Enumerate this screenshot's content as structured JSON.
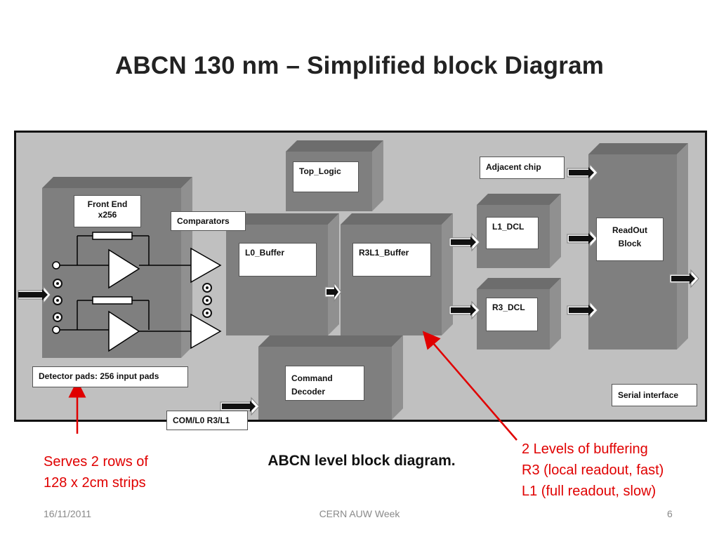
{
  "slide": {
    "title": "ABCN 130 nm – Simplified block Diagram",
    "caption": "ABCN level block diagram.",
    "footer": {
      "date": "16/11/2011",
      "event": "CERN AUW Week",
      "page": "6"
    }
  },
  "blocks": {
    "top_logic": "Top_Logic",
    "front_end": [
      "Front End",
      "x256"
    ],
    "comparators": "Comparators",
    "l0_buffer": "L0_Buffer",
    "r3l1_buffer": "R3L1_Buffer",
    "l1_dcl": "L1_DCL",
    "r3_dcl": "R3_DCL",
    "adjacent_chip": "Adjacent chip",
    "readout_block": [
      "ReadOut",
      "Block"
    ],
    "serial_interface": "Serial interface",
    "command_decoder": [
      "Command",
      "Decoder"
    ],
    "detector_pads": "Detector pads: 256 input pads",
    "com_l0": "COM/L0 R3/L1"
  },
  "notes": {
    "strips": [
      "Serves 2 rows of",
      "128 x 2cm strips"
    ],
    "buffering": [
      "2 Levels of buffering",
      "R3 (local readout, fast)",
      "L1 (full readout, slow)"
    ]
  },
  "colors": {
    "block_front": "#7f7f7f",
    "block_top": "#6d6d6d",
    "block_side": "#8f8f8f",
    "background": "#c0c0c0",
    "annotation": "#e00000"
  }
}
